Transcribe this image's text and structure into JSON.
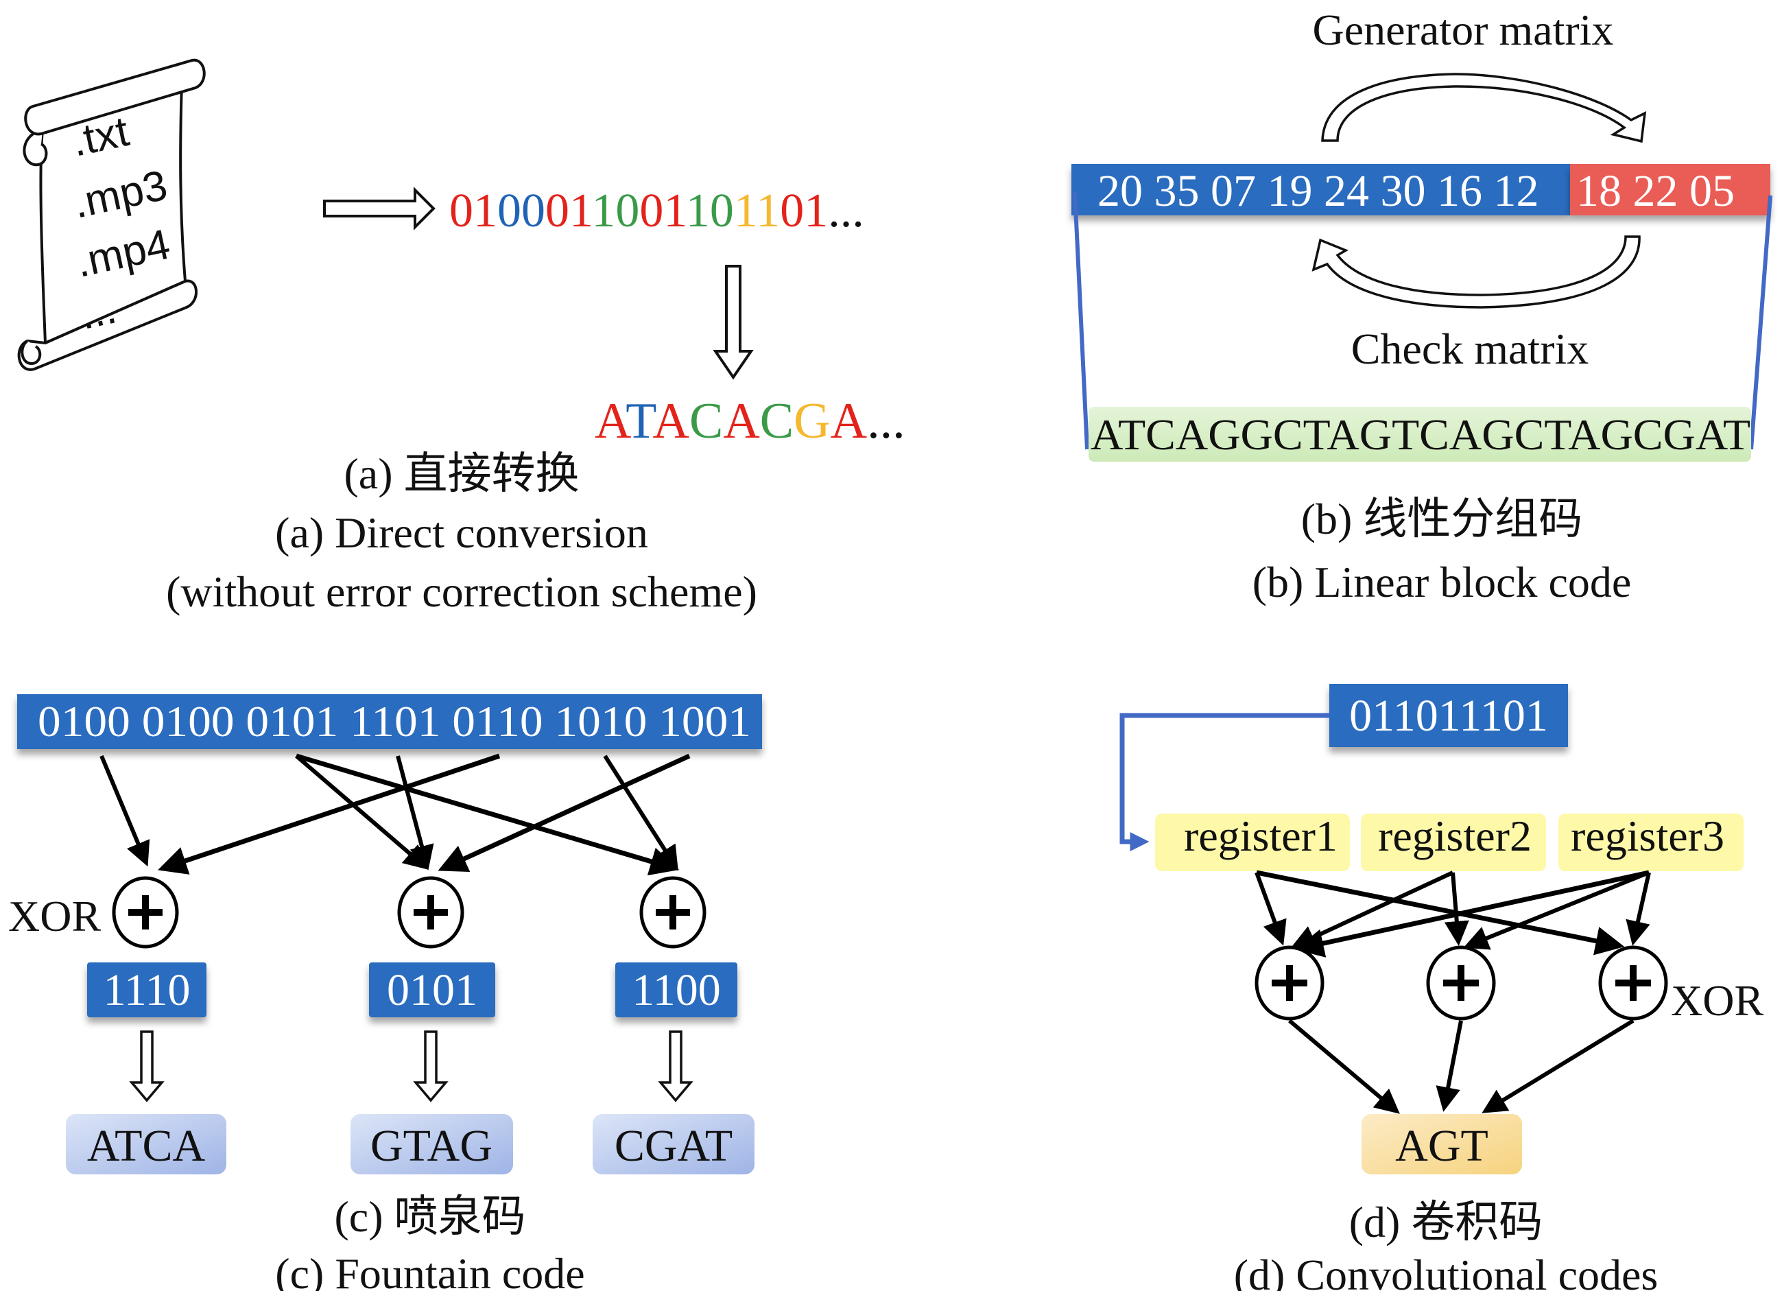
{
  "colors": {
    "bit_red": "#e3231b",
    "bit_blue": "#1f63b5",
    "bit_green": "#3a9a48",
    "bit_yellow": "#f5b82e",
    "block_blue": "#2b6cbf",
    "block_red": "#ea5b57",
    "dna_green": "#d6efc6",
    "register_yellow": "#fdf9a8",
    "dna_lavender": "#b9c8ec",
    "agt_orange": "#f8dc9a",
    "connector_blue": "#4269c6"
  },
  "panel_a": {
    "scroll_items": [
      ".txt",
      ".mp3",
      ".mp4",
      "..."
    ],
    "binary_chars": [
      {
        "ch": "0",
        "color": "#e3231b"
      },
      {
        "ch": "1",
        "color": "#e3231b"
      },
      {
        "ch": "0",
        "color": "#1f63b5"
      },
      {
        "ch": "0",
        "color": "#1f63b5"
      },
      {
        "ch": "0",
        "color": "#e3231b"
      },
      {
        "ch": "1",
        "color": "#e3231b"
      },
      {
        "ch": "1",
        "color": "#3a9a48"
      },
      {
        "ch": "0",
        "color": "#3a9a48"
      },
      {
        "ch": "0",
        "color": "#e3231b"
      },
      {
        "ch": "1",
        "color": "#e3231b"
      },
      {
        "ch": "1",
        "color": "#3a9a48"
      },
      {
        "ch": "0",
        "color": "#3a9a48"
      },
      {
        "ch": "1",
        "color": "#f5b82e"
      },
      {
        "ch": "1",
        "color": "#f5b82e"
      },
      {
        "ch": "0",
        "color": "#e3231b"
      },
      {
        "ch": "1",
        "color": "#e3231b"
      }
    ],
    "binary_ellipsis": "...",
    "dna_chars": [
      {
        "ch": "A",
        "color": "#e3231b"
      },
      {
        "ch": "T",
        "color": "#1f63b5"
      },
      {
        "ch": "A",
        "color": "#e3231b"
      },
      {
        "ch": "C",
        "color": "#3a9a48"
      },
      {
        "ch": "A",
        "color": "#e3231b"
      },
      {
        "ch": "C",
        "color": "#3a9a48"
      },
      {
        "ch": "G",
        "color": "#f5b82e"
      },
      {
        "ch": "A",
        "color": "#e3231b"
      }
    ],
    "dna_ellipsis": "...",
    "caption_cn": "(a) 直接转换",
    "caption_en": "(a) Direct conversion",
    "caption_en2": "(without error correction scheme)"
  },
  "panel_b": {
    "generator_label": "Generator matrix",
    "check_label": "Check matrix",
    "info_symbols": "20 35 07 19 24 30 16 12",
    "parity_symbols": "18 22 05",
    "dna_sequence": "ATCAGGCTAGTCAGCTAGCGAT",
    "caption_cn": "(b) 线性分组码",
    "caption_en": "(b) Linear block code"
  },
  "panel_c": {
    "source_bits": "0100 0100 0101 1101 0110 1010 1001",
    "xor_label": "XOR",
    "encoded": [
      "1110",
      "0101",
      "1100"
    ],
    "dna": [
      "ATCA",
      "GTAG",
      "CGAT"
    ],
    "caption_cn": "(c) 喷泉码",
    "caption_en": "(c) Fountain code"
  },
  "panel_d": {
    "input_bits": "011011101",
    "registers": [
      "register1",
      "register2",
      "register3"
    ],
    "xor_label": "XOR",
    "output_dna": "AGT",
    "caption_cn": "(d) 卷积码",
    "caption_en": "(d) Convolutional codes"
  }
}
